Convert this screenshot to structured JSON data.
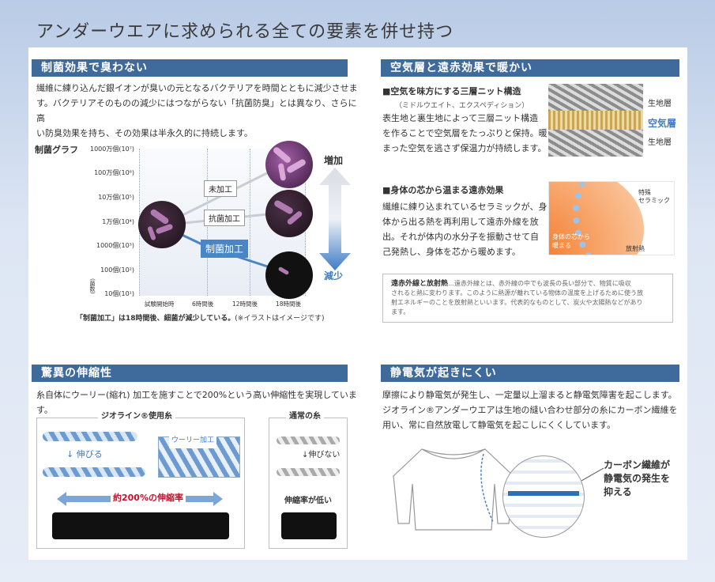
{
  "page_title": "アンダーウエアに求められる全ての要素を併せ持つ",
  "sec1": {
    "heading": "制菌効果で臭わない",
    "body_lines": [
      "繊維に練り込んだ銀イオンが臭いの元となるバクテリアを時間とともに減少させま",
      "す。バクテリアそのものの減少にはつながらない「抗菌防臭」とは異なり、さらに高",
      "い防臭効果を持ち、その効果は半永久的に持続します。"
    ],
    "graph_label": "制菌グラフ",
    "ylabels": [
      "1000万個(10⁷)",
      "100万個(10⁶)",
      "10万個(10⁵)",
      "1万個(10⁴)",
      "1000個(10³)",
      "100個(10²)",
      "10個(10¹)"
    ],
    "yunit": "(菌数)",
    "xlabels": [
      "試験開始時",
      "6時間後",
      "12時間後",
      "18時間後"
    ],
    "label_mikakou": "未加工",
    "label_koukin": "抗菌加工",
    "label_seikin": "制菌加工",
    "zouka": "増加",
    "genshou": "減少",
    "caption_bold": "「制菌加工」は18時間後、細菌が減少している。",
    "caption_note": "(※イラストはイメージです)"
  },
  "sec2": {
    "heading": "空気層と遠赤効果で暖かい",
    "sub1": "■空気を味方にする三層ニット構造",
    "sub1_note": "（ミドルウエイト、エクスペディション）",
    "sub1_lines": [
      "表生地と裏生地によって三層ニット構造",
      "を作ることで空気層をたっぷりと保持。暖",
      "まった空気を逃さず保温力が持続します。"
    ],
    "layer_top": "生地層",
    "layer_mid": "空気層",
    "layer_bottom": "生地層",
    "sub2": "■身体の芯から温まる遠赤効果",
    "sub2_lines": [
      "繊維に練り込まれているセラミックが、身",
      "体から出る熱を再利用して遠赤外線を放",
      "出。それが体内の水分子を振動させて自",
      "己発熱し、身体を芯から暖めます。"
    ],
    "ceramic_1": "特殊",
    "ceramic_2": "セラミック",
    "body_core_1": "身体の芯から",
    "body_core_2": "暖まる",
    "radiant_heat": "放射熱",
    "note_title": "遠赤外線と放射熱",
    "note_lines": [
      "…遠赤外線とは、赤外線の中でも波長の長い部分で、物質に吸収",
      "されると熱に変わります。このように熱源が離れている物体の温度を上げるために使う放",
      "射エネルギーのことを放射熱といいます。代表的なものとして、炭火や太陽熱などがあり",
      "ます。"
    ]
  },
  "sec3": {
    "heading": "驚異の伸縮性",
    "body": "糸自体にウーリー(縮れ) 加工を施すことで200%という高い伸縮性を実現しています。",
    "geo_label": "ジオライン®使用糸",
    "normal_label": "通常の糸",
    "nobiru": "伸びる",
    "woolly": "ウーリー加工",
    "nobinai": "伸びない",
    "stretch_geo": "約200%の伸縮率",
    "stretch_normal": "伸縮率が低い"
  },
  "sec4": {
    "heading": "静電気が起きにくい",
    "body_lines": [
      "摩擦により静電気が発生し、一定量以上溜まると静電気障害を起こします。",
      "ジオライン®アンダーウエアは生地の縫い合わせ部分の糸にカーボン繊維を",
      "用い、常に自然放電して静電気を起こしにくくしています。"
    ],
    "carbon_1": "カーボン繊維が",
    "carbon_2": "静電気の発生を",
    "carbon_3": "抑える"
  }
}
